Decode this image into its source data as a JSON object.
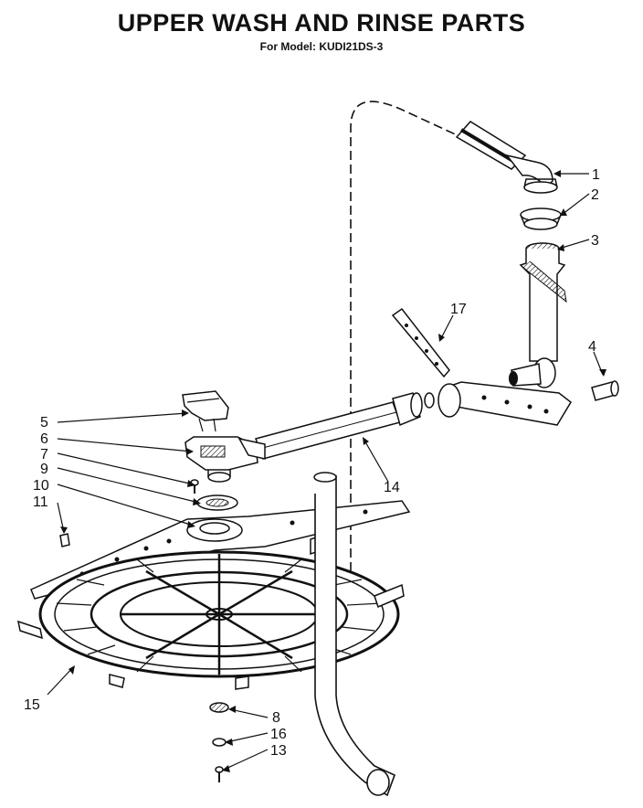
{
  "header": {
    "title": "UPPER WASH AND RINSE PARTS",
    "subtitle": "For Model: KUDI21DS-3"
  },
  "callouts": [
    "1",
    "2",
    "3",
    "4",
    "5",
    "6",
    "7",
    "9",
    "10",
    "11",
    "14",
    "15",
    "17",
    "8",
    "16",
    "13"
  ],
  "colors": {
    "ink": "#111111",
    "paper": "#ffffff"
  }
}
